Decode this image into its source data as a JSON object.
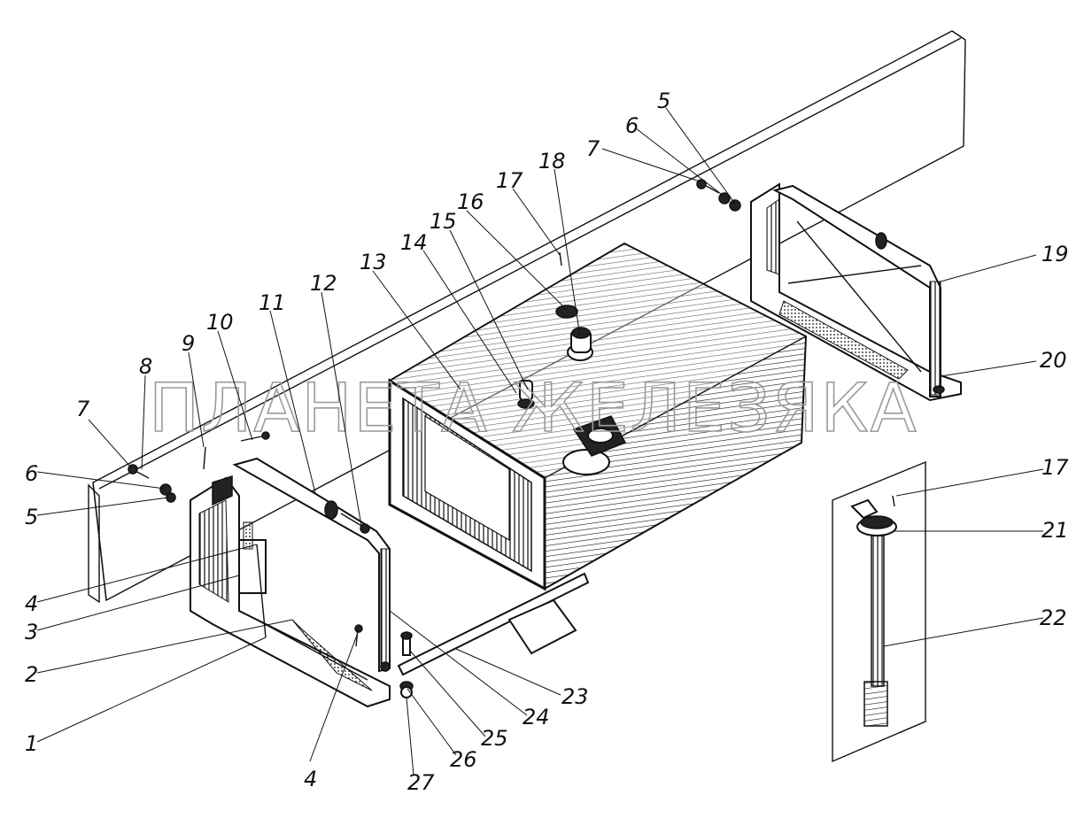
{
  "watermark": "ПЛАНЕТА ЖЕЛЕЗЯКА",
  "callouts": [
    "1",
    "2",
    "3",
    "4",
    "4",
    "5",
    "5",
    "6",
    "6",
    "7",
    "7",
    "8",
    "9",
    "10",
    "11",
    "12",
    "13",
    "14",
    "15",
    "16",
    "17",
    "17",
    "18",
    "19",
    "20",
    "21",
    "22",
    "23",
    "24",
    "25",
    "26",
    "27"
  ]
}
